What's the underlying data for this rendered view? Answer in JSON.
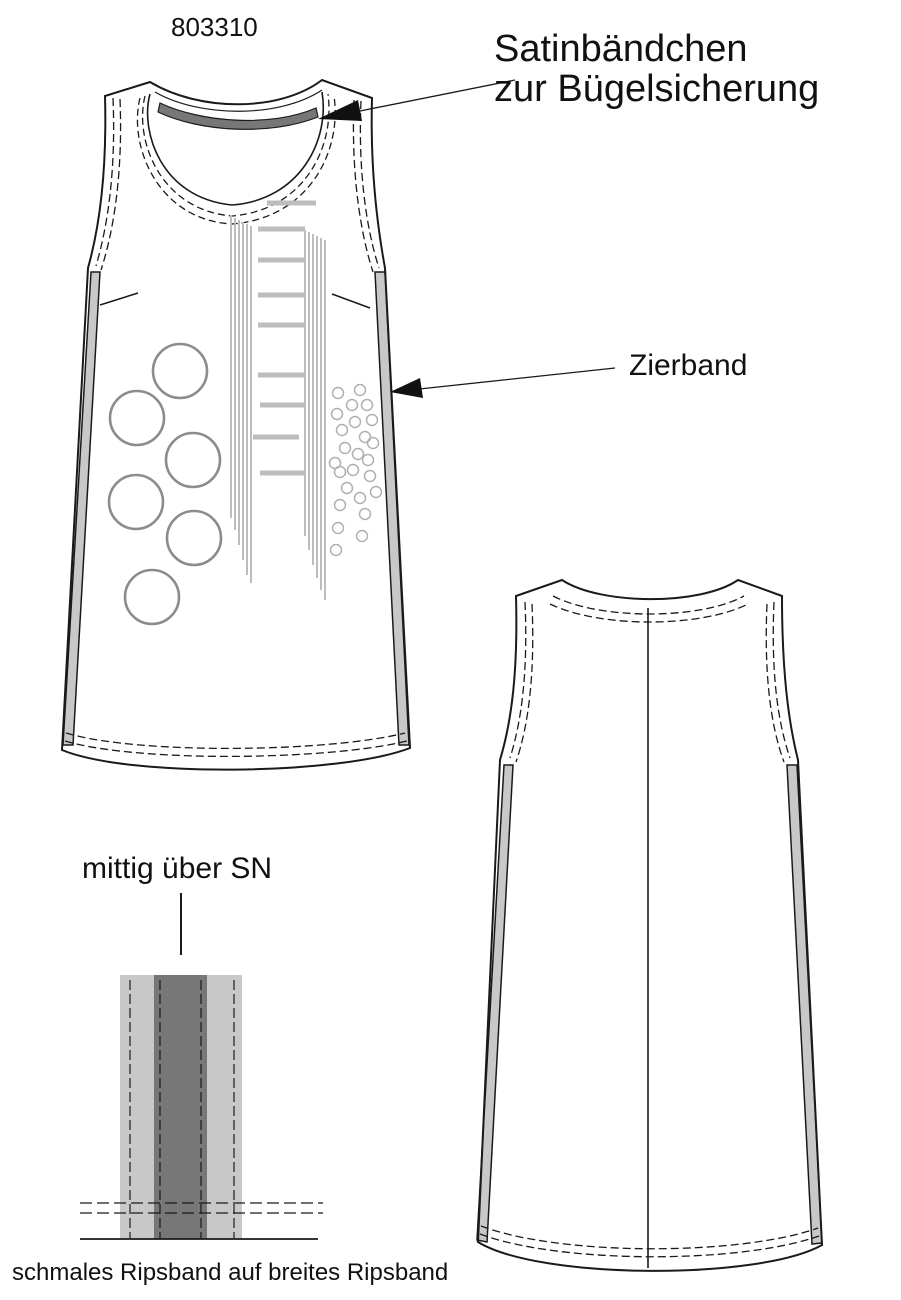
{
  "labels": {
    "article_number": "803310",
    "satin_line1": "Satinbändchen",
    "satin_line2": "zur Bügelsicherung",
    "zierband": "Zierband",
    "mittig": "mittig über SN",
    "ripsband": "schmales Ripsband auf breites Ripsband"
  },
  "colors": {
    "outline": "#1a1a1a",
    "tape_light": "#c8c8c8",
    "tape_dark": "#777777",
    "print_circles": "#8c8c8c",
    "print_lines": "#bdbdbd"
  }
}
